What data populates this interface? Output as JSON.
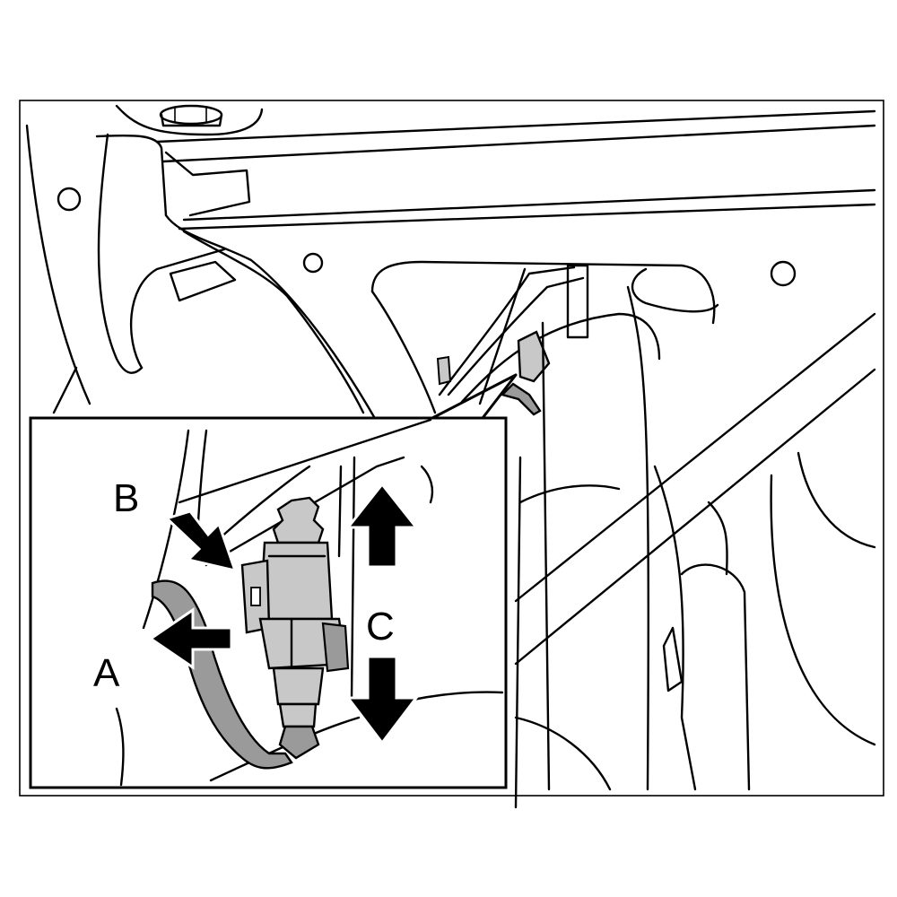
{
  "labels": {
    "a": "A",
    "b": "B",
    "c": "C"
  },
  "colors": {
    "line": "#000000",
    "background": "#ffffff",
    "part_fill": "#c8c8c8",
    "part_dark": "#9a9a9a",
    "arrow_fill": "#000000"
  },
  "icons": {
    "arrow_a": "arrow-left-icon",
    "arrow_b": "arrow-down-right-icon",
    "arrow_c_up": "arrow-up-icon",
    "arrow_c_down": "arrow-down-icon"
  }
}
